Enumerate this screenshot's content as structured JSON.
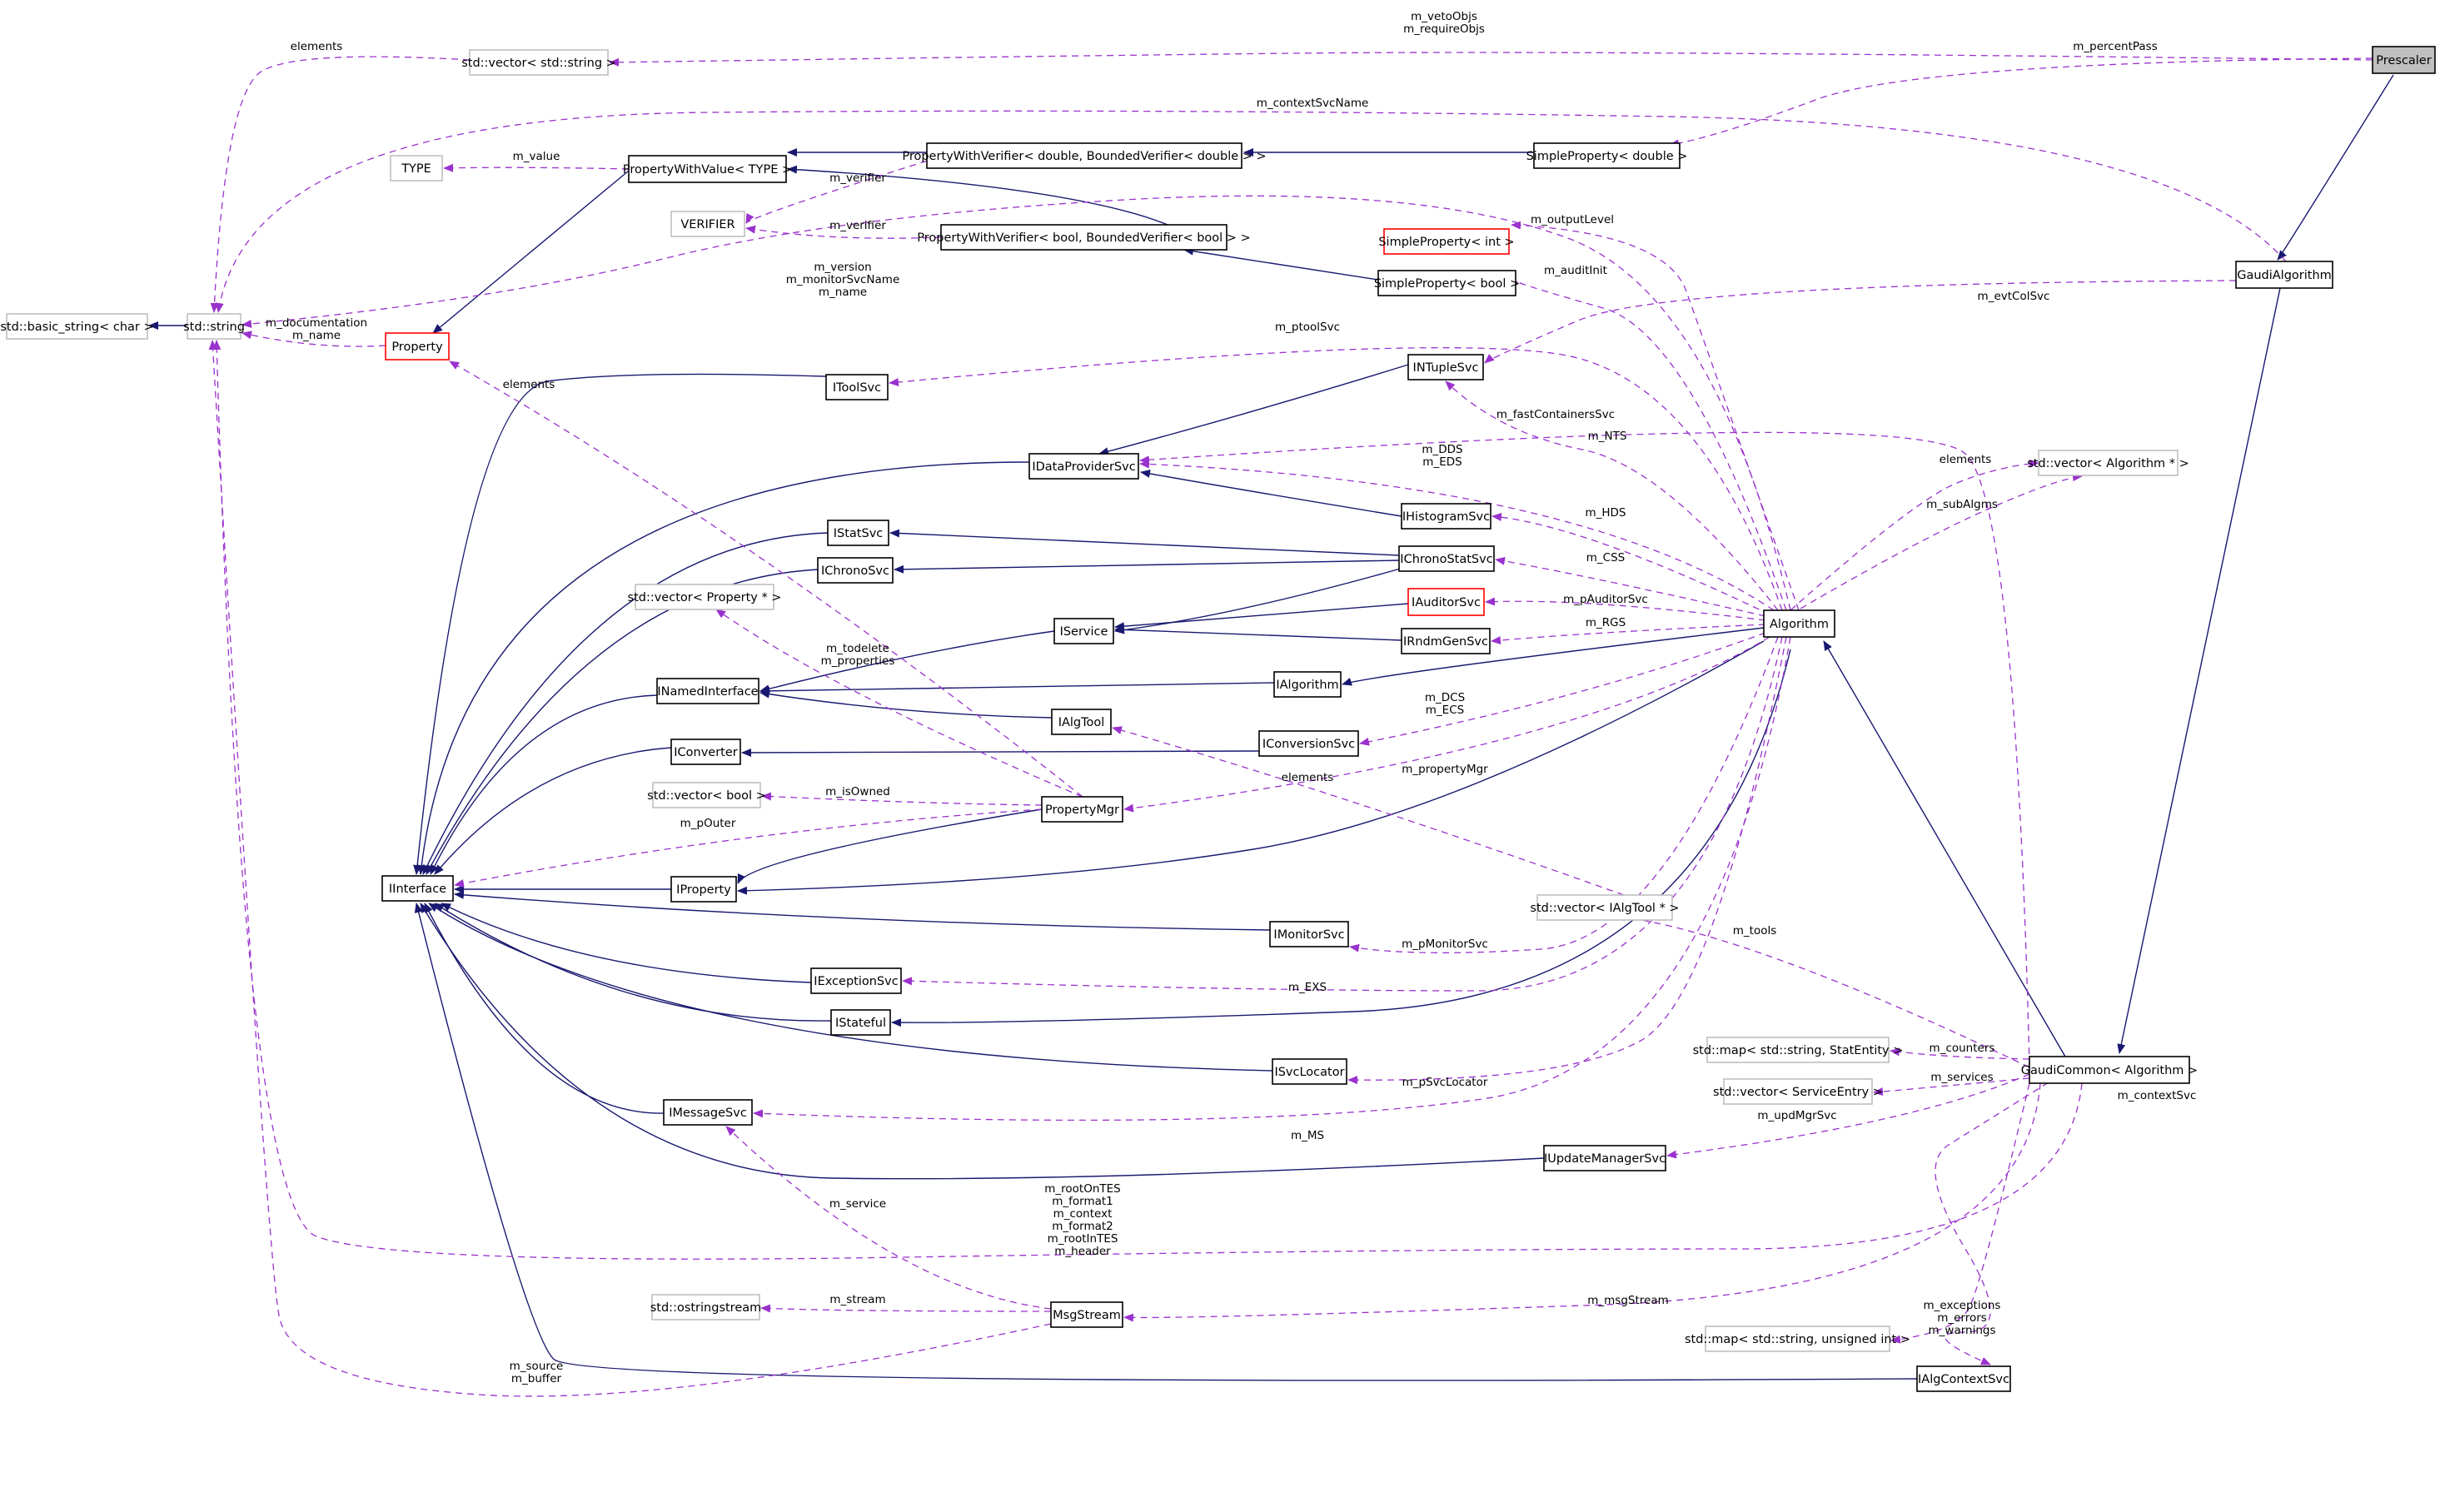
{
  "diagram": {
    "title": "Prescaler",
    "colors": {
      "inheritance": "#191970",
      "usage": "#9a32cd",
      "node_border_default": "#000000",
      "node_border_incomplete": "#c0c0c0",
      "node_border_truncated": "#ff0000",
      "focus_fill": "#bfbfbf"
    },
    "nodes": [
      {
        "id": "prescaler",
        "label": "Prescaler",
        "style": "focus"
      },
      {
        "id": "gaudialg",
        "label": "GaudiAlgorithm",
        "style": "normal"
      },
      {
        "id": "gaudicommon",
        "label": "GaudiCommon< Algorithm >",
        "style": "normal"
      },
      {
        "id": "algorithm",
        "label": "Algorithm",
        "style": "normal"
      },
      {
        "id": "vecstr",
        "label": "std::vector< std::string >",
        "style": "gray"
      },
      {
        "id": "stdstring",
        "label": "std::string",
        "style": "gray"
      },
      {
        "id": "basicstring",
        "label": "std::basic_string< char >",
        "style": "gray"
      },
      {
        "id": "type",
        "label": "TYPE",
        "style": "gray"
      },
      {
        "id": "verifier",
        "label": "VERIFIER",
        "style": "gray"
      },
      {
        "id": "pwv_type",
        "label": "PropertyWithValue< TYPE >",
        "style": "normal"
      },
      {
        "id": "pwver_double",
        "label": "PropertyWithVerifier< double, BoundedVerifier< double > >",
        "style": "normal"
      },
      {
        "id": "pwver_bool",
        "label": "PropertyWithVerifier< bool, BoundedVerifier< bool > >",
        "style": "normal"
      },
      {
        "id": "sp_double",
        "label": "SimpleProperty< double >",
        "style": "normal"
      },
      {
        "id": "sp_int",
        "label": "SimpleProperty< int >",
        "style": "red"
      },
      {
        "id": "sp_bool",
        "label": "SimpleProperty< bool >",
        "style": "normal"
      },
      {
        "id": "property",
        "label": "Property",
        "style": "red"
      },
      {
        "id": "itoolsvc",
        "label": "IToolSvc",
        "style": "normal"
      },
      {
        "id": "intuplesvc",
        "label": "INTupleSvc",
        "style": "normal"
      },
      {
        "id": "idataprovidersvc",
        "label": "IDataProviderSvc",
        "style": "normal"
      },
      {
        "id": "ihistogramsvc",
        "label": "IHistogramSvc",
        "style": "normal"
      },
      {
        "id": "istatsvc",
        "label": "IStatSvc",
        "style": "normal"
      },
      {
        "id": "ichronosvc",
        "label": "IChronoSvc",
        "style": "normal"
      },
      {
        "id": "ichronostatsvc",
        "label": "IChronoStatSvc",
        "style": "normal"
      },
      {
        "id": "iauditorsvc",
        "label": "IAuditorSvc",
        "style": "red"
      },
      {
        "id": "irndmgensvc",
        "label": "IRndmGenSvc",
        "style": "normal"
      },
      {
        "id": "iservice",
        "label": "IService",
        "style": "normal"
      },
      {
        "id": "vecprop",
        "label": "std::vector< Property * >",
        "style": "gray"
      },
      {
        "id": "inamedinterface",
        "label": "INamedInterface",
        "style": "normal"
      },
      {
        "id": "ialgorithm",
        "label": "IAlgorithm",
        "style": "normal"
      },
      {
        "id": "ialgtool",
        "label": "IAlgTool",
        "style": "normal"
      },
      {
        "id": "iconverter",
        "label": "IConverter",
        "style": "normal"
      },
      {
        "id": "iconversionsvc",
        "label": "IConversionSvc",
        "style": "normal"
      },
      {
        "id": "vecbool",
        "label": "std::vector< bool >",
        "style": "gray"
      },
      {
        "id": "propertymgr",
        "label": "PropertyMgr",
        "style": "normal"
      },
      {
        "id": "iinterface",
        "label": "IInterface",
        "style": "normal"
      },
      {
        "id": "iproperty",
        "label": "IProperty",
        "style": "normal"
      },
      {
        "id": "imonitorsvc",
        "label": "IMonitorSvc",
        "style": "normal"
      },
      {
        "id": "iexceptionsvc",
        "label": "IExceptionSvc",
        "style": "normal"
      },
      {
        "id": "istateful",
        "label": "IStateful",
        "style": "normal"
      },
      {
        "id": "isvclocator",
        "label": "ISvcLocator",
        "style": "normal"
      },
      {
        "id": "imessagesvc",
        "label": "IMessageSvc",
        "style": "normal"
      },
      {
        "id": "iupdatemanagersvc",
        "label": "IUpdateManagerSvc",
        "style": "normal"
      },
      {
        "id": "ostringstream",
        "label": "std::ostringstream",
        "style": "gray"
      },
      {
        "id": "msgstream",
        "label": "MsgStream",
        "style": "normal"
      },
      {
        "id": "ialgcontextsvc",
        "label": "IAlgContextSvc",
        "style": "normal"
      },
      {
        "id": "vecalgo",
        "label": "std::vector< Algorithm * >",
        "style": "gray"
      },
      {
        "id": "vecialgtool",
        "label": "std::vector< IAlgTool * >",
        "style": "gray"
      },
      {
        "id": "mapstat",
        "label": "std::map< std::string, StatEntity >",
        "style": "gray"
      },
      {
        "id": "vecservice",
        "label": "std::vector< ServiceEntry >",
        "style": "gray"
      },
      {
        "id": "mapuint",
        "label": "std::map< std::string, unsigned int >",
        "style": "gray"
      }
    ],
    "edge_labels": [
      [
        "m_vetoObjs",
        "m_requireObjs"
      ],
      [
        "m_percentPass"
      ],
      [
        "elements"
      ],
      [
        "m_contextSvcName"
      ],
      [
        "m_value"
      ],
      [
        "m_verifier"
      ],
      [
        "m_verifier"
      ],
      [
        "m_outputLevel"
      ],
      [
        "m_version",
        "m_monitorSvcName",
        "m_name"
      ],
      [
        "m_auditInit"
      ],
      [
        "m_evtColSvc"
      ],
      [
        "m_documentation",
        "m_name"
      ],
      [
        "m_ptoolSvc"
      ],
      [
        "elements"
      ],
      [
        "m_fastContainersSvc"
      ],
      [
        "m_NTS"
      ],
      [
        "m_DDS",
        "m_EDS"
      ],
      [
        "elements"
      ],
      [
        "m_subAlgms"
      ],
      [
        "m_HDS"
      ],
      [
        "m_CSS"
      ],
      [
        "m_pAuditorSvc"
      ],
      [
        "m_RGS"
      ],
      [
        "m_todelete",
        "m_properties"
      ],
      [
        "m_DCS",
        "m_ECS"
      ],
      [
        "elements"
      ],
      [
        "m_propertyMgr"
      ],
      [
        "m_isOwned"
      ],
      [
        "m_pOuter"
      ],
      [
        "m_tools"
      ],
      [
        "m_pMonitorSvc"
      ],
      [
        "m_EXS"
      ],
      [
        "m_counters"
      ],
      [
        "m_services"
      ],
      [
        "m_contextSvc"
      ],
      [
        "m_pSvcLocator"
      ],
      [
        "m_updMgrSvc"
      ],
      [
        "m_MS"
      ],
      [
        "m_service"
      ],
      [
        "m_rootOnTES",
        "m_format1",
        "m_context",
        "m_format2",
        "m_rootInTES",
        "m_header"
      ],
      [
        "m_msgStream"
      ],
      [
        "m_stream"
      ],
      [
        "m_exceptions",
        "m_errors",
        "m_warnings"
      ],
      [
        "m_source",
        "m_buffer"
      ]
    ]
  }
}
